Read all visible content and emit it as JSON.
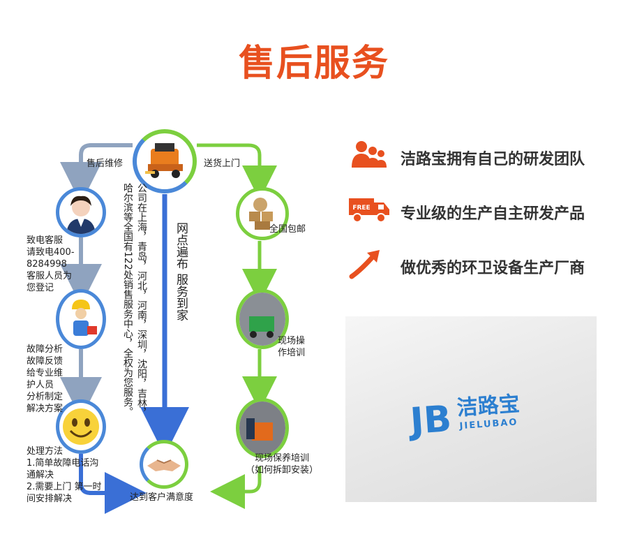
{
  "title": "售后服务",
  "colors": {
    "accent": "#e8501f",
    "blue": "#3a6fd6",
    "green": "#7ccf3f",
    "gray_blue": "#8fa3bf"
  },
  "left_column": {
    "top_label": "售后维修",
    "step1_text": [
      "致电客服",
      "请致电400-",
      "8284998",
      "客服人员为",
      "您登记"
    ],
    "step2_text": [
      "故障分析",
      "故障反馈",
      "给专业维",
      "护人员",
      "分析制定",
      "解决方案"
    ],
    "step3_text": [
      "处理方法",
      "1.简单故障电话沟",
      "通解决",
      "2.需要上门 第一时",
      "间安排解决"
    ]
  },
  "center": {
    "vertical_note": "哈尔滨等全国有122处销售服务中心，全权为您服务。",
    "vertical_note_line1": "公司在上海，青岛，河北，河南，深圳，沈阳，吉林，",
    "arrow_label": "网点遍布  服务到家",
    "bottom_label": "达到客户满意度"
  },
  "right_column": {
    "top_label": "送货上门",
    "step1_label": "全国包邮",
    "step2_label": [
      "现场操",
      "作培训"
    ],
    "step3_label": [
      "现场保养培训",
      "（如何拆卸安装）"
    ]
  },
  "features": [
    {
      "icon": "team-icon",
      "label": "洁路宝拥有自己的研发团队"
    },
    {
      "icon": "delivery-truck-icon",
      "label": "专业级的生产自主研发产品"
    },
    {
      "icon": "trend-arrow-icon",
      "label": "做优秀的环卫设备生产厂商"
    }
  ],
  "truck_badge": "FREE",
  "logo": {
    "letters": "JB",
    "cn": "洁路宝",
    "en": "JIELUBAO"
  }
}
